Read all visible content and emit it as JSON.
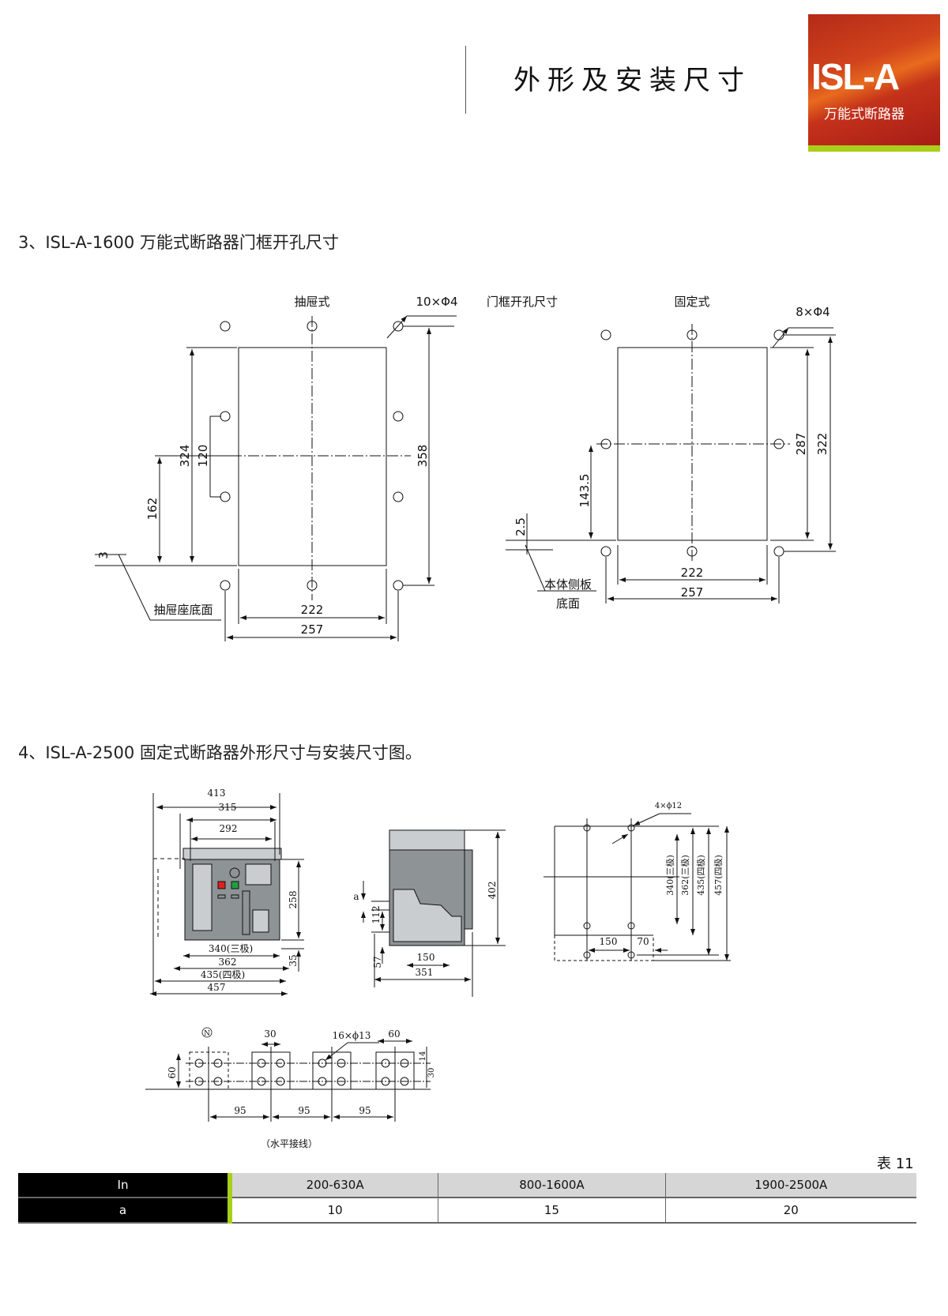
{
  "header": {
    "title": "外形及安装尺寸",
    "logo_brand": "ISL-A",
    "logo_subtitle": "万能式断路器",
    "logo_color": "#c4321a",
    "accent_color": "#a8cf1a"
  },
  "section3": {
    "heading": "3、ISL-A-1600 万能式断路器门框开孔尺寸",
    "center_label": "门框开孔尺寸",
    "drawout": {
      "label": "抽屉式",
      "holes": "10×Φ4",
      "dim_324": "324",
      "dim_120": "120",
      "dim_162": "162",
      "dim_358": "358",
      "dim_3": "3",
      "base_label": "抽屉座底面",
      "dim_222": "222",
      "dim_257": "257"
    },
    "fixed": {
      "label": "固定式",
      "holes": "8×Φ4",
      "dim_287": "287",
      "dim_322": "322",
      "dim_143_5": "143.5",
      "dim_2_5": "2.5",
      "side_label_1": "本体侧板",
      "side_label_2": "底面",
      "dim_222": "222",
      "dim_257": "257"
    }
  },
  "section4": {
    "heading": "4、ISL-A-2500 固定式断路器外形尺寸与安装尺寸图。",
    "front": {
      "d413": "413",
      "d315": "315",
      "d292": "292",
      "d258": "258",
      "d340": "340(三极)",
      "d362": "362",
      "d435": "435(四极)",
      "d457": "457",
      "d35": "35"
    },
    "side": {
      "d402": "402",
      "a": "a",
      "d112": "112",
      "d57": "57",
      "d150": "150",
      "d351": "351"
    },
    "mount": {
      "holes": "4×ϕ12",
      "d150": "150",
      "d70": "70",
      "v340": "340(三极)",
      "v362": "362(三极)",
      "v435": "435(四极)",
      "v457": "457(四极)"
    },
    "busbar": {
      "neutral": "N",
      "d30": "30",
      "holes": "16×ϕ13",
      "d60": "60",
      "d60_left": "60",
      "d14": "14",
      "d30_right": "30",
      "pitch": [
        "95",
        "95",
        "95"
      ],
      "caption": "（水平接线）"
    }
  },
  "table": {
    "number": "表 11",
    "rows": [
      {
        "label": "In",
        "values": [
          "200-630A",
          "800-1600A",
          "1900-2500A"
        ]
      },
      {
        "label": "a",
        "values": [
          "10",
          "15",
          "20"
        ]
      }
    ]
  }
}
